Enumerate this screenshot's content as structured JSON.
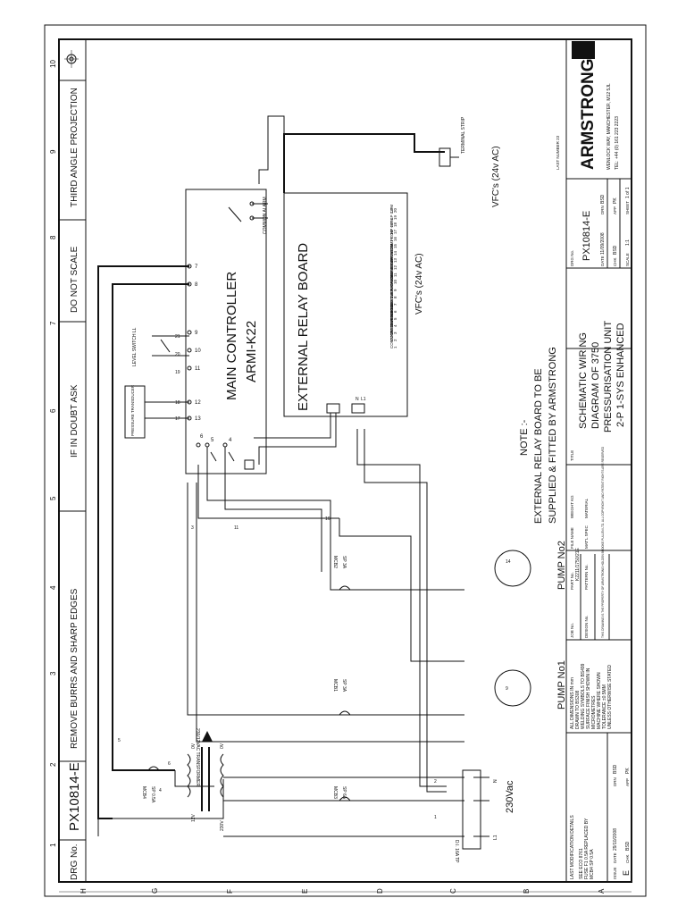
{
  "header": {
    "drg_no_label": "DRG No.",
    "drg_no": "PX10814-E",
    "notes": [
      "REMOVE BURRS AND SHARP EDGES",
      "IF IN DOUBT ASK",
      "DO NOT SCALE",
      "THIRD ANGLE PROJECTION"
    ]
  },
  "grid": {
    "columns": [
      "1",
      "2",
      "3",
      "4",
      "5",
      "6",
      "7",
      "8",
      "9",
      "10"
    ],
    "rows": [
      "H",
      "G",
      "F",
      "E",
      "D",
      "C",
      "B",
      "A"
    ]
  },
  "controller": {
    "title": "MAIN CONTROLLER",
    "model": "ARMI-K22",
    "alarm_label": "COMMON ALARM",
    "terminals": [
      "7",
      "8",
      "9",
      "10",
      "11",
      "12",
      "13",
      "5",
      "4",
      "6"
    ]
  },
  "sensors": {
    "level_switch": "LEVEL SWITCH LL",
    "pressure_transducer": "PRESSURE TRANSDUCER",
    "terminals": [
      "21",
      "20",
      "19",
      "18",
      "17"
    ]
  },
  "relay_board": {
    "title": "EXTERNAL RELAY BOARD",
    "vfc_label": "VFC's (24v AC)",
    "terminals": [
      {
        "num": "20",
        "label": "LP"
      },
      {
        "num": "19",
        "label": "LP COM"
      },
      {
        "num": "18",
        "label": "HP"
      },
      {
        "num": "17",
        "label": "HP COM"
      },
      {
        "num": "16",
        "label": "PF 1"
      },
      {
        "num": "15",
        "label": "PF 1 COM"
      },
      {
        "num": "14",
        "label": "PF 2"
      },
      {
        "num": "13",
        "label": "PF 2 COM"
      },
      {
        "num": "12",
        "label": "RUN PUMP 1"
      },
      {
        "num": "11",
        "label": "RUN PUMP 1 COM"
      },
      {
        "num": "10",
        "label": "RUN PUMP 2"
      },
      {
        "num": "9",
        "label": "RUN PUMP 2 COM"
      },
      {
        "num": "8",
        "label": "LLL"
      },
      {
        "num": "7",
        "label": "LLL COM"
      },
      {
        "num": "6",
        "label": "FILL"
      },
      {
        "num": "5",
        "label": "FILL COM"
      },
      {
        "num": "4",
        "label": "DISCHARGE START ALARM"
      },
      {
        "num": "3",
        "label": "DISCHARGE START ALARM COM"
      },
      {
        "num": "2",
        "label": "COMMON POWER"
      },
      {
        "num": "1",
        "label": "COMMON POWER COM"
      }
    ]
  },
  "terminal_strip": "TERMINAL STRIP",
  "vfc_external": "VFC's (24v AC)",
  "note": {
    "line1": "NOTE :-",
    "line2": "EXTERNAL RELAY BOARD TO BE",
    "line3": "SUPPLIED & FITTED BY ARMSTRONG"
  },
  "pumps": {
    "pump1": "PUMP No1",
    "pump2": "PUMP No2",
    "mcb1": "MCB1",
    "mcb2": "MCB2",
    "mcb1_rating": "SP 3A",
    "mcb2_rating": "SP 3A",
    "mcb3": "MCB3",
    "mcb3_rating": "SP 6A",
    "mcb4": "MCB4",
    "mcb4_rating": "SP 0.5A"
  },
  "power": {
    "supply": "230Vac",
    "isolator": "D.I. 16A TP",
    "transformer": "230/12VAC TRANSFORMER",
    "v12": "12V",
    "v230": "230V",
    "v0a": "0V",
    "v0b": "0V",
    "l1": "L1",
    "n": "N",
    "e": "E"
  },
  "wire_numbers": [
    "5",
    "4",
    "6",
    "3",
    "11",
    "16",
    "2",
    "1",
    "9",
    "14"
  ],
  "title_block": {
    "last_number": "LAST NUMBER 23",
    "company": "ARMSTRONG",
    "address": "WENLOCK WAY, MANCHESTER, M12 5JL",
    "tel": "TEL: +44 (0) 161 223 2223",
    "title_label": "TITLE",
    "title": [
      "SCHEMATIC WIRING",
      "DIAGRAM OF 3750",
      "PRESSURISATION UNIT",
      "2-P 1-SYS ENHANCED"
    ],
    "drg_no_label": "DRG No.",
    "drg_no": "PX10814-E",
    "date_label": "DATE",
    "date": "11/09/2008",
    "drn_label": "DRN",
    "drn": "BSD",
    "chk_label": "CHK",
    "chk": "BSD",
    "app_label": "APP",
    "app": "PK",
    "scale_label": "SCALE",
    "scale": "1:1",
    "sheet_label": "SHEET",
    "sheet": "1 of 1",
    "job_no_label": "JOB No.",
    "design_no_label": "DESIGN No.",
    "part_no_label": "PART No.",
    "part_no": "K2211/1750/21E",
    "pattern_no_label": "PATTERN No.",
    "weight_label": "WEIGHT KG",
    "material_label": "MATERIAL",
    "file_name_label": "FILE NAME",
    "matl_spec_label": "MAT'L SPEC",
    "dims_notes": [
      "ALL DIMENSIONS IN mm",
      "DRAWN TO BS308",
      "WELDING SYMBOLS TO BS499",
      "SURFACE FINISH SHOWN IN",
      "MICROMETRES",
      "MACHINE WHERE SHOWN",
      "TOLERANCE ±0.5MM",
      "UNLESS OTHERWISE STATED"
    ],
    "confidential": "THIS DRAWING IS THE PROPERTY OF ARMSTRONG HOLDEN BROOKE PULLEN LTD. ALL COPYRIGHT AND PATENT RIGHTS ARE RESERVED",
    "last_mod_label": "LAST MODIFICATION DETAILS",
    "last_mod": [
      "SEE ECO 8761",
      "FUSE F1 0.5A REPLACED BY",
      "MCB4 SP 0.5A"
    ],
    "issue_label": "ISSUE",
    "issue": "E",
    "mod_date_label": "DATE",
    "mod_date": "29/10/2008",
    "mod_drn": "BSD",
    "mod_chk": "BSD",
    "mod_app": "PK"
  }
}
